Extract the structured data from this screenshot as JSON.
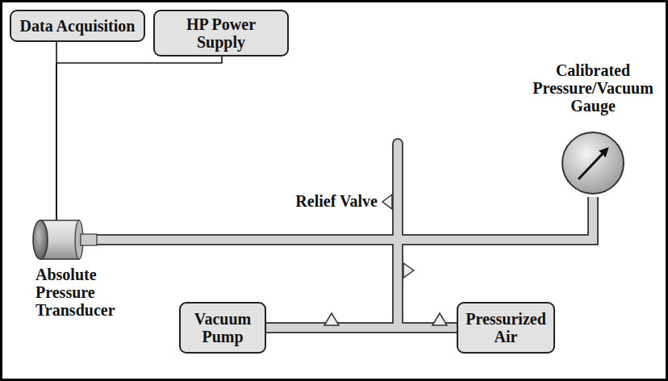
{
  "diagram": {
    "nodes": [
      {
        "text": [
          "Data Acquisition"
        ]
      },
      {
        "text": [
          "HP Power Supply"
        ]
      },
      {
        "text": [
          "Calibrated Pressure/Vacuum Gauge"
        ]
      },
      {
        "text": [
          "Absolute Pressure Transducer"
        ]
      },
      {
        "text": [
          "Vacuum Pump"
        ]
      },
      {
        "text": [
          "Pressurized Air"
        ]
      }
    ],
    "edges": [
      {
        "from": 3,
        "to": 0,
        "arrow": "none"
      },
      {
        "from": 3,
        "to": 1,
        "arrow": "none"
      },
      {
        "from": 3,
        "to": 2,
        "arrow": "none"
      },
      {
        "from": 4,
        "to": 3,
        "arrow": "none"
      },
      {
        "from": 4,
        "to": 2,
        "arrow": "none"
      },
      {
        "from": 5,
        "to": 3,
        "arrow": "none"
      },
      {
        "from": 5,
        "to": 2,
        "arrow": "none"
      }
    ],
    "labels": [
      "Relief Valve"
    ]
  }
}
